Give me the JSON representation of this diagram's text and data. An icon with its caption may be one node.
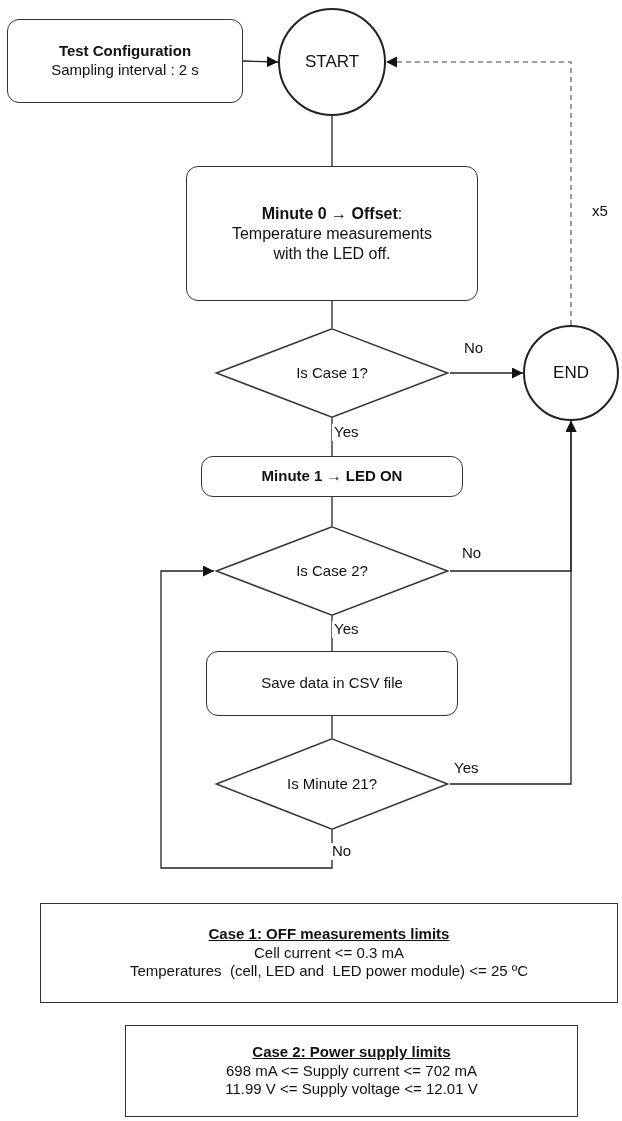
{
  "diagram": {
    "nodes": [
      {
        "text": [
          "Test Configuration",
          "Sampling interval : 2 s"
        ]
      },
      {
        "text": [
          "START"
        ]
      },
      {
        "text": [
          "**Minute 0 → Offset**: Temperature measurements with the LED off."
        ]
      },
      {
        "text": [
          "Is Case 1?"
        ]
      },
      {
        "text": [
          "END"
        ]
      },
      {
        "text": [
          "Minute 1 → LED ON"
        ]
      },
      {
        "text": [
          "Is Case 2?"
        ]
      },
      {
        "text": [
          "Save data in CSV file"
        ]
      },
      {
        "text": [
          "Is Minute 21?"
        ]
      },
      {
        "text": [
          "Case 1: OFF measurements limits",
          "Cell current <= 0.3 mA",
          "Temperatures  (cell, LED and  LED power module) <= 25 ºC"
        ]
      },
      {
        "text": [
          "Case 2: Power supply limits",
          "698 mA <= Supply current <= 702 mA",
          "11.99 V <= Supply voltage <= 12.01 V"
        ]
      }
    ],
    "edges": [
      {
        "from": 0,
        "to": 1,
        "arrow": "to"
      },
      {
        "from": 1,
        "to": 2,
        "arrow": "none"
      },
      {
        "from": 2,
        "to": 3,
        "arrow": "none"
      },
      {
        "from": 3,
        "to": 4,
        "label": "No",
        "arrow": "to"
      },
      {
        "from": 3,
        "to": 5,
        "label": "Yes",
        "arrow": "none"
      },
      {
        "from": 5,
        "to": 6,
        "arrow": "none"
      },
      {
        "from": 6,
        "to": 4,
        "label": "No",
        "arrow": "to"
      },
      {
        "from": 6,
        "to": 7,
        "label": "Yes",
        "arrow": "none"
      },
      {
        "from": 7,
        "to": 8,
        "arrow": "none"
      },
      {
        "from": 8,
        "to": 4,
        "label": "Yes",
        "arrow": "to"
      },
      {
        "from": 8,
        "to": 6,
        "label": "No",
        "arrow": "to"
      },
      {
        "from": 4,
        "to": 1,
        "label": "x5",
        "arrow": "to",
        "style": "dashed",
        "color": "#808080"
      }
    ]
  }
}
